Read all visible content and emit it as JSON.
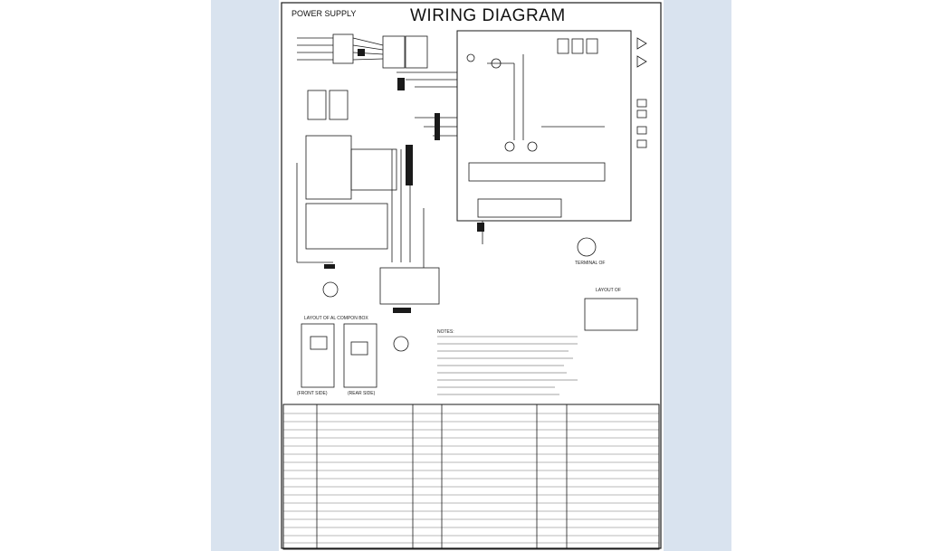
{
  "diagram": {
    "title": "WIRING DIAGRAM",
    "power_supply_label": "POWER SUPPLY",
    "layout_bus_label": "LAYOUT OF\nAL COMPON BOX",
    "front_side_label": "(FRONT SIDE)",
    "rear_side_label": "(REAR SIDE)",
    "layout_of_label": "LAYOUT OF",
    "terminal_label": "TERMINAL OF",
    "notes_label": "NOTES:"
  },
  "colors": {
    "background": "#ffffff",
    "side_band": "#d9e3ef",
    "line": "#1a1a1a"
  }
}
